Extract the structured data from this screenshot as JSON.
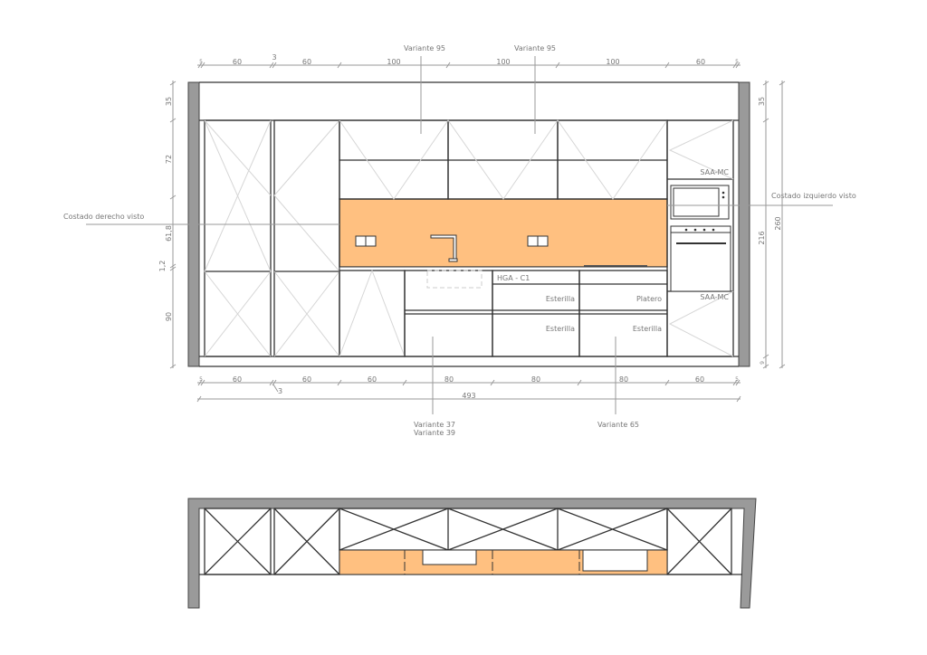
{
  "colors": {
    "backsplash": "#FFC080",
    "wall": "#9A9A9A",
    "line": "#333333",
    "dim": "#9A9A9A"
  },
  "elevation": {
    "top_dims": {
      "widths": [
        "60",
        "60",
        "100",
        "100",
        "100",
        "60"
      ],
      "gap": "3",
      "end_left": "5",
      "end_right": "5"
    },
    "top_callouts": [
      "Variante 95",
      "Variante 95"
    ],
    "left_dims": [
      "35",
      "72",
      "61,8",
      "1,2",
      "90"
    ],
    "right_dims": {
      "inner": [
        "35",
        "216",
        "9"
      ],
      "overall": "260"
    },
    "side_labels": {
      "left": "Costado derecho visto",
      "right": "Costado izquierdo visto"
    },
    "tall_unit_labels": [
      "SAA-MC",
      "SAA-MC"
    ],
    "drawer_labels": {
      "hga": "HGA - C1",
      "esterilla_top": "Esterilla",
      "platero": "Platero",
      "esterilla_bottom_1": "Esterilla",
      "esterilla_bottom_2": "Esterilla"
    },
    "bottom_dims": {
      "widths": [
        "60",
        "60",
        "60",
        "80",
        "80",
        "80",
        "60"
      ],
      "gap": "3",
      "end_left": "5",
      "end_right": "5",
      "total": "493"
    },
    "bottom_callouts": {
      "left_1": "Variante 37",
      "left_2": "Variante 39",
      "right": "Variante 65"
    }
  }
}
